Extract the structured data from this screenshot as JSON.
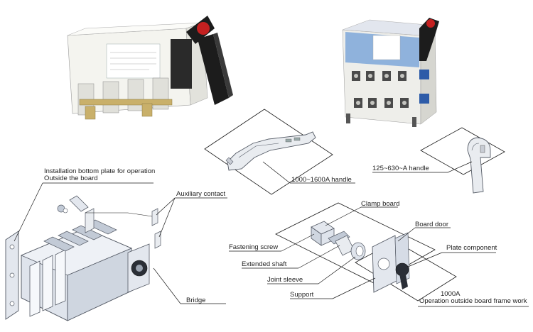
{
  "labels": {
    "installation_line1": "Installation bottom plate for operation",
    "installation_line2": "Outside the board",
    "auxiliary_contact": "Auxiliary contact",
    "bridge": "Bridge",
    "handle_large": "1000~1600A handle",
    "handle_small": "125~630~A handle",
    "clamp_board": "Clamp board",
    "board_door": "Board door",
    "fastening_screw": "Fastening screw",
    "plate_component": "Plate component",
    "extended_shaft": "Extended shaft",
    "joint_sleeve": "Joint sleeve",
    "support": "Support",
    "op_line1": "1000A",
    "op_line2": "Operation outside board frame work"
  },
  "colors": {
    "line": "#1a1a1a",
    "drawing_fill": "#d8dde6",
    "drawing_stroke": "#555b66",
    "photo_body": "#f2f2ee",
    "photo_handle": "#1c1c1c",
    "blue_panel": "#7fa8d6"
  },
  "icons": {
    "photo_switch_a": "switch-photo-icon",
    "photo_switch_b": "switch-blue-photo-icon",
    "handle_large": "handle-long-icon",
    "handle_small": "handle-short-icon",
    "main_assembly": "switch-assembly-icon",
    "door_assembly": "door-assembly-icon"
  }
}
